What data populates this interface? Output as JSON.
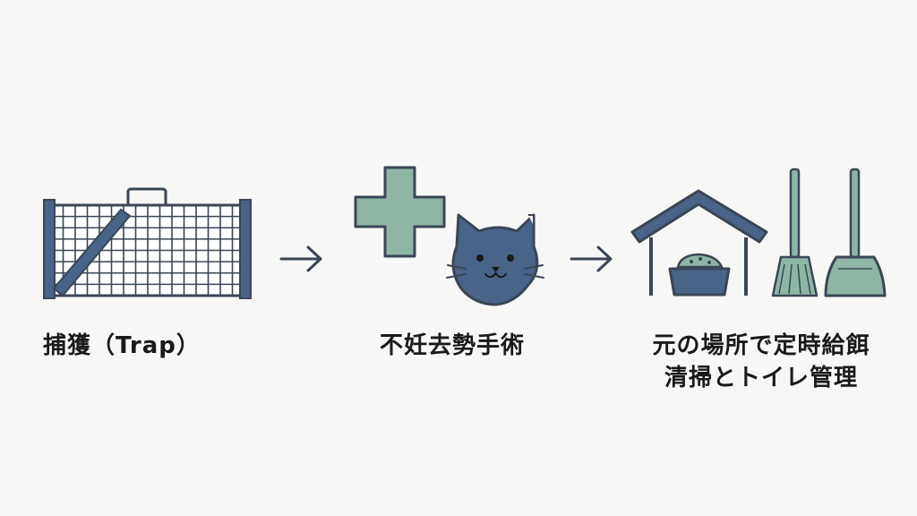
{
  "steps": [
    {
      "label": "捕獲（Trap）",
      "icon": "trap-cage-icon"
    },
    {
      "label": "不妊去勢手術",
      "icon": "medical-cross-cat-icon"
    },
    {
      "label_lines": [
        "元の場所で定時給餌",
        "清掃とトイレ管理"
      ],
      "icon": "shelter-bowl-broom-dustpan-icon"
    }
  ],
  "connectors": [
    "arrow-right-icon",
    "arrow-right-icon"
  ],
  "colors": {
    "navy": "#4a6388",
    "navy_dark": "#3a4a62",
    "mint": "#8fb5a5",
    "outline": "#3a4656",
    "text": "#1a1a1a",
    "background": "#f7f7f5"
  }
}
